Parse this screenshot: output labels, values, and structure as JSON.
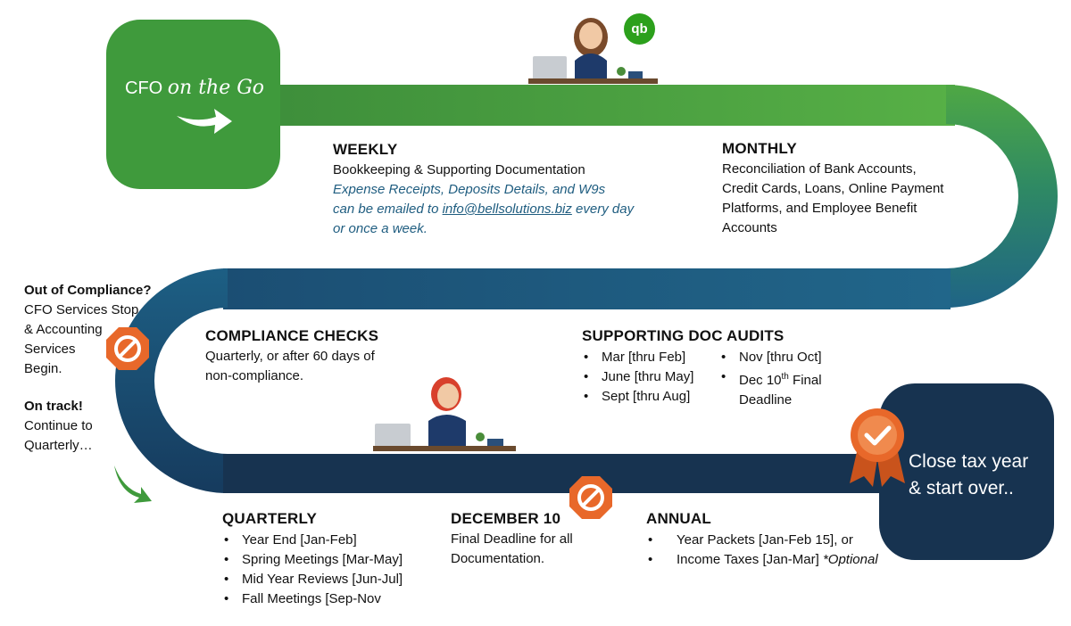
{
  "brand": {
    "main": "CFO",
    "script": "on the Go"
  },
  "weekly": {
    "heading": "WEEKLY",
    "line1": "Bookkeeping & Supporting Documentation",
    "italic_line1": "Expense Receipts, Deposits Details, and W9s",
    "italic_prefix": "can be emailed to ",
    "email": "info@bellsolutions.biz",
    "italic_suffix": " every day",
    "italic_line3": "or once a week."
  },
  "monthly": {
    "heading": "MONTHLY",
    "lines": [
      "Reconciliation of Bank Accounts,",
      "Credit Cards, Loans, Online Payment",
      "Platforms, and Employee Benefit",
      "Accounts"
    ]
  },
  "side_notes": {
    "out_heading": "Out of Compliance?",
    "out_lines": [
      "CFO Services Stop",
      "& Accounting",
      "Services",
      "Begin."
    ],
    "on_heading": "On track!",
    "on_lines": [
      "Continue to",
      "Quarterly…"
    ]
  },
  "compliance": {
    "heading": "COMPLIANCE CHECKS",
    "lines": [
      "Quarterly, or after 60 days of",
      "non-compliance."
    ]
  },
  "audits": {
    "heading": "SUPPORTING DOC AUDITS",
    "col1": [
      "Mar [thru Feb]",
      "June [thru May]",
      "Sept [thru Aug]"
    ],
    "col2_item1": "Nov [thru Oct]",
    "col2_item2_pre": "Dec 10",
    "col2_item2_sup": "th",
    "col2_item2_post": " Final",
    "col2_item2_line2": "Deadline"
  },
  "quarterly": {
    "heading": "QUARTERLY",
    "items": [
      "Year End [Jan-Feb]",
      "Spring Meetings [Mar-May]",
      "Mid Year Reviews [Jun-Jul]",
      "Fall Meetings [Sep-Nov"
    ]
  },
  "december": {
    "heading": "DECEMBER 10",
    "lines": [
      "Final Deadline for all",
      "Documentation."
    ]
  },
  "annual": {
    "heading": "ANNUAL",
    "item1": "Year Packets [Jan-Feb 15], or",
    "item2_main": "Income Taxes [Jan-Mar] ",
    "item2_note": "*Optional"
  },
  "close": {
    "lines": [
      "Close tax year",
      "& start over.."
    ]
  },
  "icons": {
    "qb": "qb",
    "stop": "no-entry-octagon-icon",
    "badge": "checkmark-award-ribbon-icon",
    "arrow": "curved-arrow-icon"
  },
  "colors": {
    "green": "#3f9a3c",
    "green_light": "#56b046",
    "blue": "#1f5d80",
    "navy": "#173350",
    "orange": "#e8682a",
    "qb_green": "#2ca01c"
  }
}
